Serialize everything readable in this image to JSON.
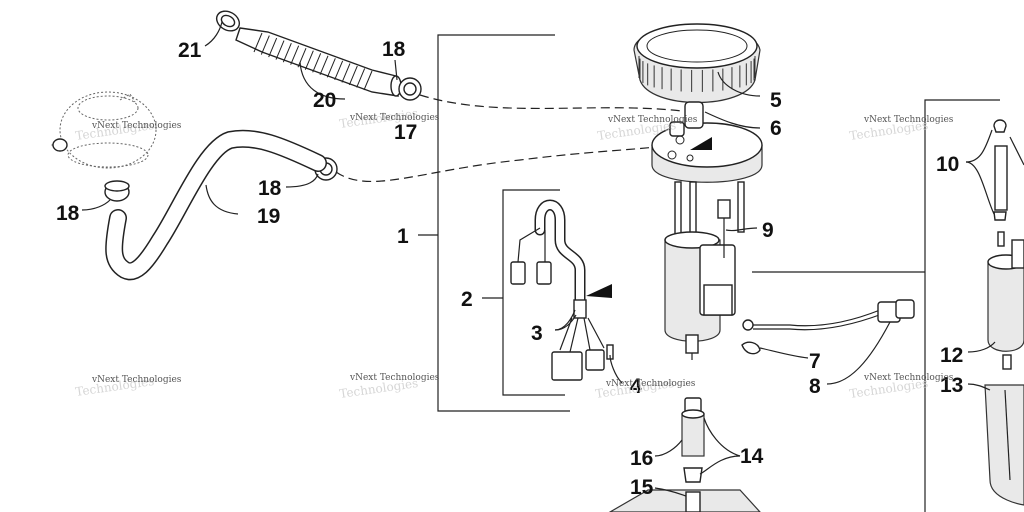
{
  "callouts": {
    "c1": "1",
    "c2": "2",
    "c3": "3",
    "c4": "4",
    "c5": "5",
    "c6": "6",
    "c7": "7",
    "c8": "8",
    "c9": "9",
    "c10": "10",
    "c12": "12",
    "c13": "13",
    "c14": "14",
    "c15": "15",
    "c16": "16",
    "c17": "17",
    "c18a": "18",
    "c18b": "18",
    "c18c": "18",
    "c19": "19",
    "c20": "20",
    "c21": "21"
  },
  "watermark": {
    "line1": "vNext Technologies",
    "line2": "Technologies"
  }
}
